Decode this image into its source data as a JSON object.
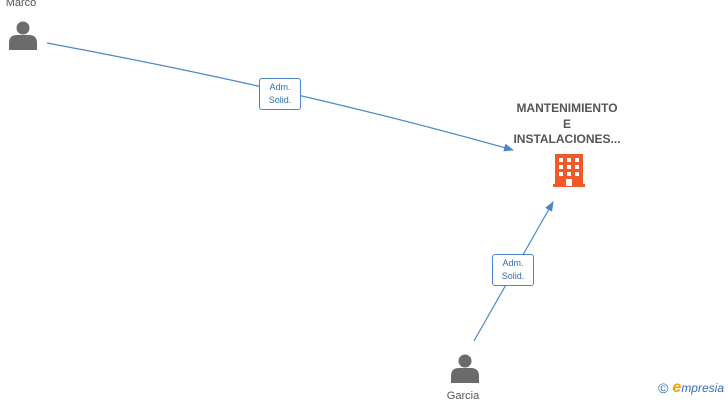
{
  "nodes": {
    "person_top": {
      "name": "Marco"
    },
    "person_bottom": {
      "name": "Garcia"
    },
    "company": {
      "name_lines": [
        "MANTENIMIENTO",
        "E",
        "INSTALACIONES..."
      ]
    }
  },
  "edges": [
    {
      "label_lines": [
        "Adm.",
        "Solid."
      ]
    },
    {
      "label_lines": [
        "Adm.",
        "Solid."
      ]
    }
  ],
  "colors": {
    "edge": "#4a86c8",
    "person_icon": "#6b6b6b",
    "company_icon": "#f05a28"
  },
  "icons": {
    "person": "person-icon",
    "company": "building-icon"
  },
  "brand": {
    "copyright": "©",
    "initial": "e",
    "rest": "mpresia"
  }
}
